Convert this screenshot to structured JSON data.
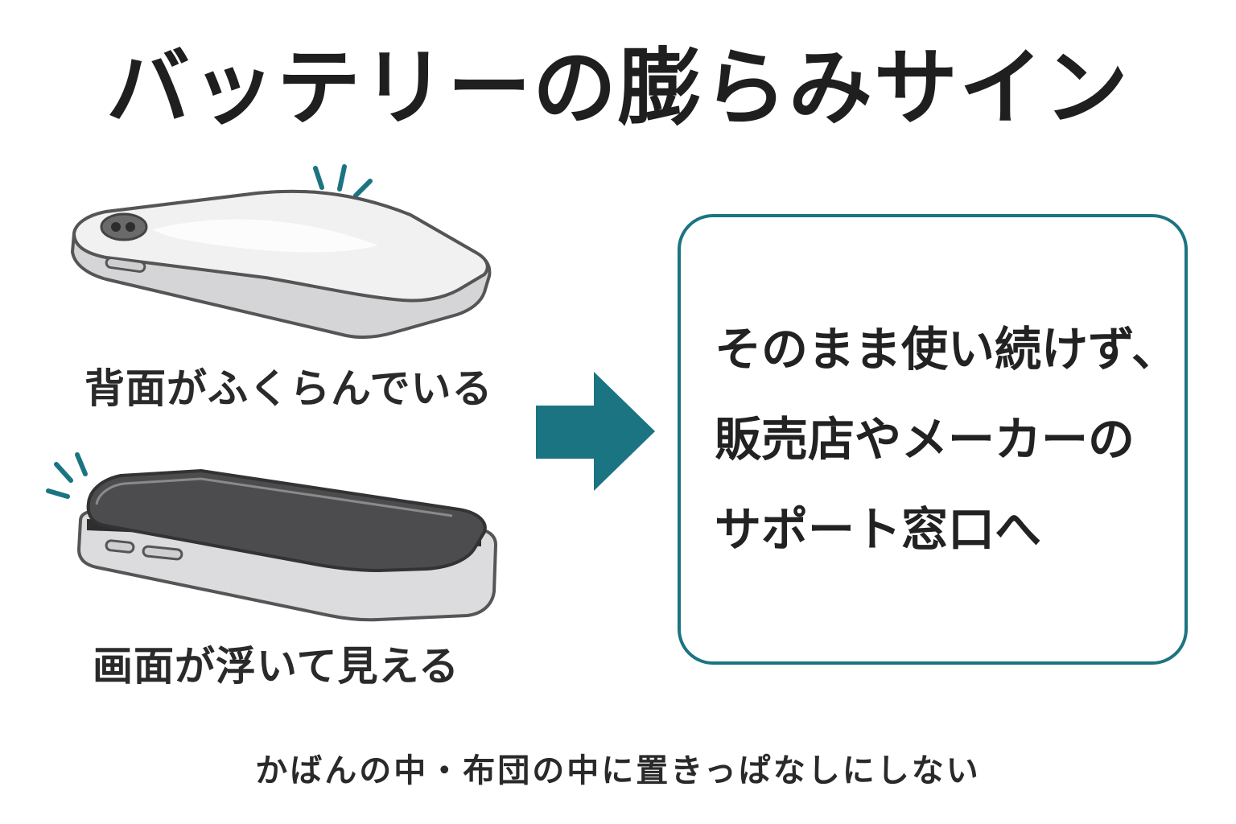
{
  "title": "バッテリーの膨らみサイン",
  "signs": [
    {
      "caption": "背面がふくらんでいる",
      "icon": "swollen-back-phone-icon"
    },
    {
      "caption": "画面が浮いて見える",
      "icon": "lifted-screen-phone-icon"
    }
  ],
  "arrow_icon": "right-arrow-icon",
  "advice": {
    "lines": [
      "そのまま使い続けず、",
      "販売店やメーカーの",
      "サポート窓口へ"
    ]
  },
  "footer_note": "かばんの中・布団の中に置きっぱなしにしない",
  "colors": {
    "accent": "#1b7482",
    "text": "#222222",
    "phone_body": "#e9e9ea",
    "phone_outline": "#555555",
    "screen": "#4a4a4a"
  }
}
